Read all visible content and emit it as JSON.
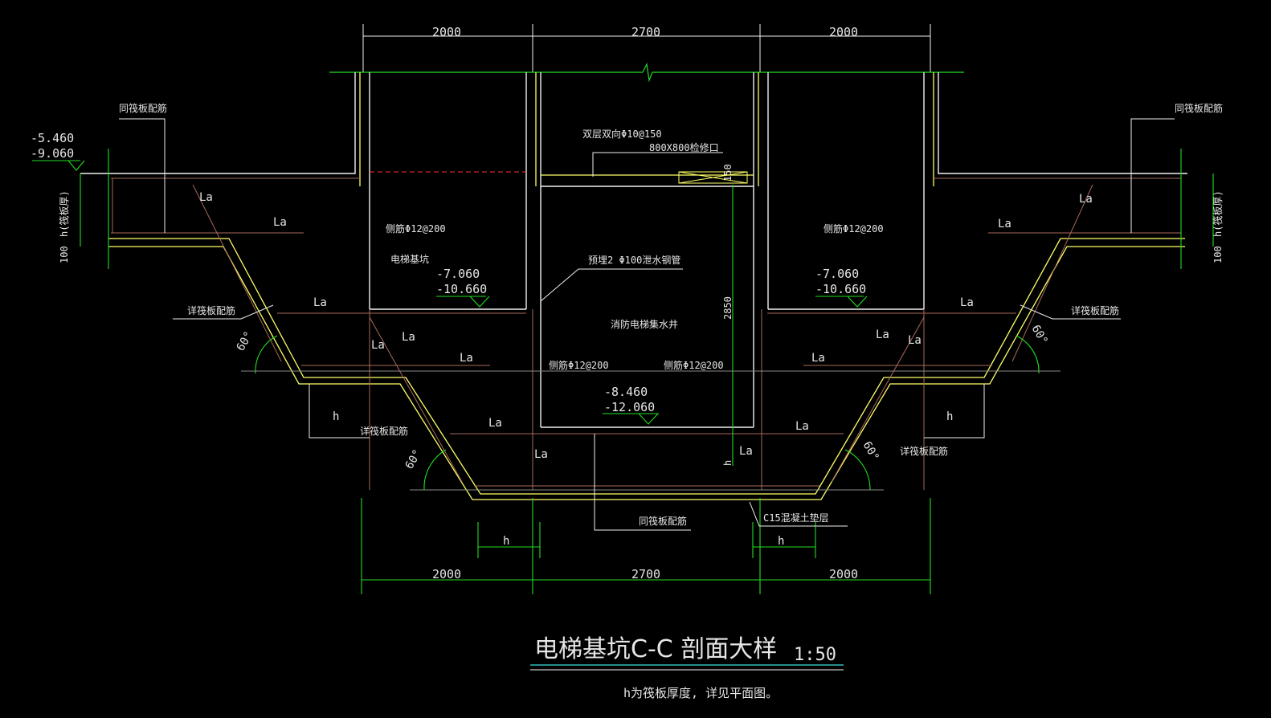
{
  "title": "电梯基坑C-C 剖面大样",
  "scale": "1:50",
  "note": "h为筏板厚度, 详见平面图。",
  "top_dims": [
    "2000",
    "2700",
    "2000"
  ],
  "bottom_dims": [
    "2000",
    "2700",
    "2000"
  ],
  "left_elev": {
    "top": "-5.460",
    "bottom": "-9.060"
  },
  "pit_left_elev": {
    "top": "-7.060",
    "bottom": "-10.660"
  },
  "pit_right_elev": {
    "top": "-7.060",
    "bottom": "-10.660"
  },
  "sump_elev": {
    "top": "-8.460",
    "bottom": "-12.060"
  },
  "labels": {
    "same_raft_rebar": "同筏板配筋",
    "detail_raft_rebar": "详筏板配筋",
    "double_layer": "双层双向Φ10@150",
    "hatch": "800X800检修口",
    "side_rebar": "侧筋Φ12@200",
    "pit": "电梯基坑",
    "pipe": "预埋2 Φ100泄水钢管",
    "sump": "消防电梯集水井",
    "c15": "C15混凝土垫层",
    "raft_h": "h(筏板厚)",
    "hundred": "100",
    "la": "La",
    "h": "h",
    "dim150": "150",
    "dim2850": "2850",
    "sixty": "60°"
  },
  "colors": {
    "yellow": "#ffff66",
    "white": "#f0f0f0",
    "green": "#22dd22",
    "rebar": "#a86a5a",
    "dashed": "#ff3333",
    "teal": "#33bbbb"
  }
}
